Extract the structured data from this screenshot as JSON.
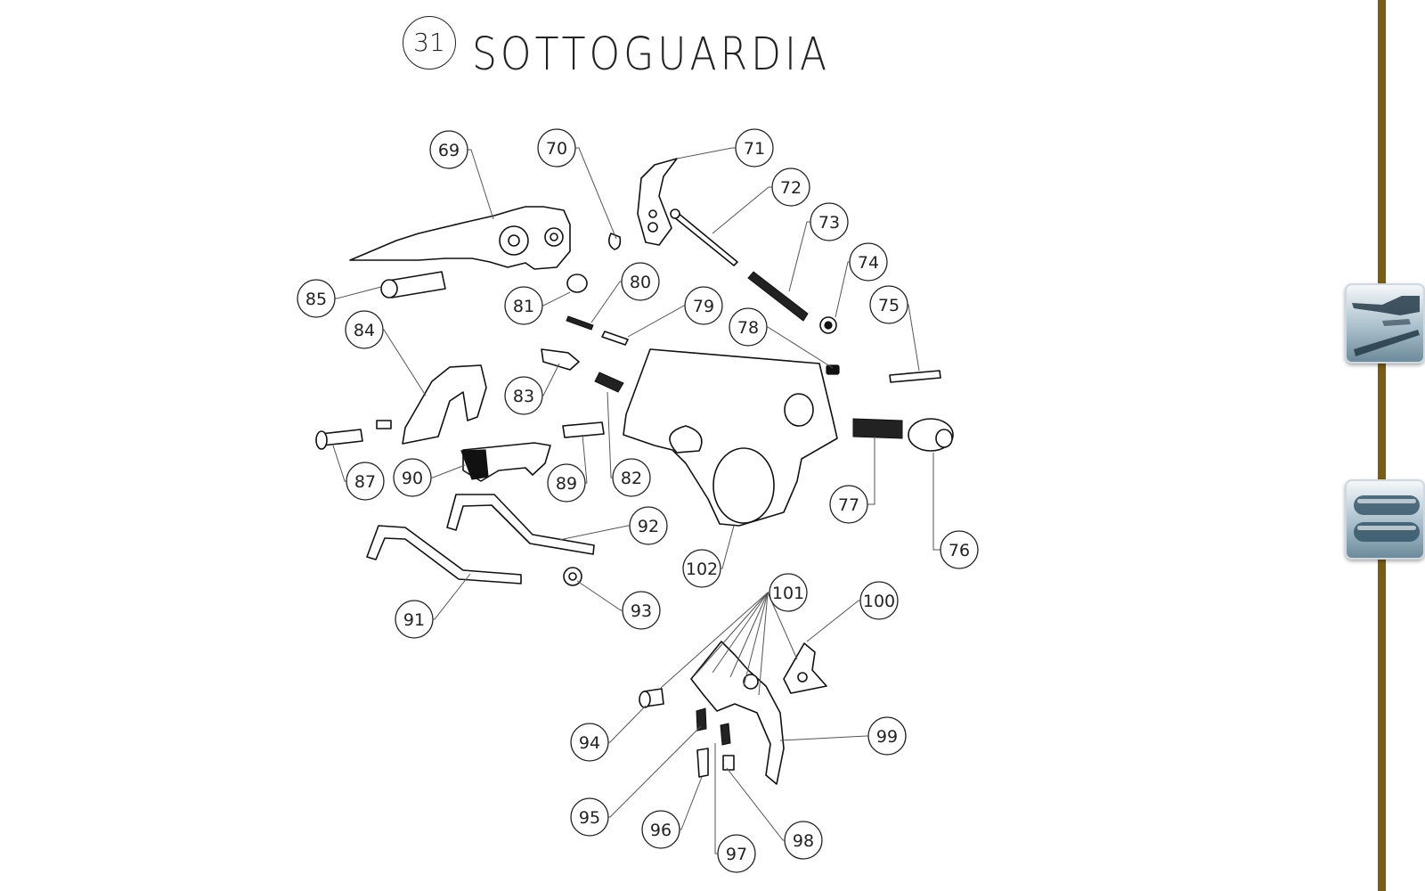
{
  "page": {
    "section_number": "31",
    "section_title": "SOTTOGUARDIA"
  },
  "diagram": {
    "callouts": [
      "69",
      "70",
      "71",
      "72",
      "73",
      "74",
      "75",
      "76",
      "77",
      "78",
      "79",
      "80",
      "81",
      "82",
      "83",
      "84",
      "85",
      "87",
      "89",
      "90",
      "91",
      "92",
      "93",
      "94",
      "95",
      "96",
      "97",
      "98",
      "99",
      "100",
      "101",
      "102"
    ]
  },
  "sidebar": {
    "rule_color": "#7a5c12",
    "buttons": [
      {
        "icon": "shotgun-parts-icon"
      },
      {
        "icon": "barrels-icon"
      }
    ]
  }
}
